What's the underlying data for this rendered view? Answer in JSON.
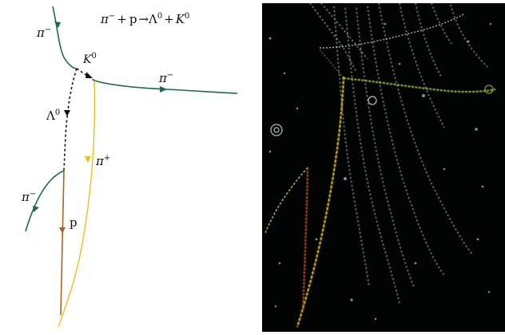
{
  "diagram": {
    "reaction": {
      "pi": "π",
      "minus": "−",
      "plus_sign": "+",
      "proton": "p",
      "arrow": "→",
      "lambda": "Λ",
      "zero": "0",
      "kaon": "K"
    },
    "labels": {
      "pi": "π",
      "minus": "−",
      "plus": "+",
      "kaon": "K",
      "lambda": "Λ",
      "zero": "0",
      "proton": "p"
    },
    "colors": {
      "pion_negative": "#1a6b4a",
      "pion_positive": "#e8c020",
      "proton": "#b0621e",
      "neutral": "#111111"
    }
  },
  "photo": {
    "background": "#020303",
    "track_colors": {
      "yellow": "#e3c21a",
      "green": "#a9c23a",
      "red": "#b4531f",
      "white": "#d9f1f2"
    }
  }
}
